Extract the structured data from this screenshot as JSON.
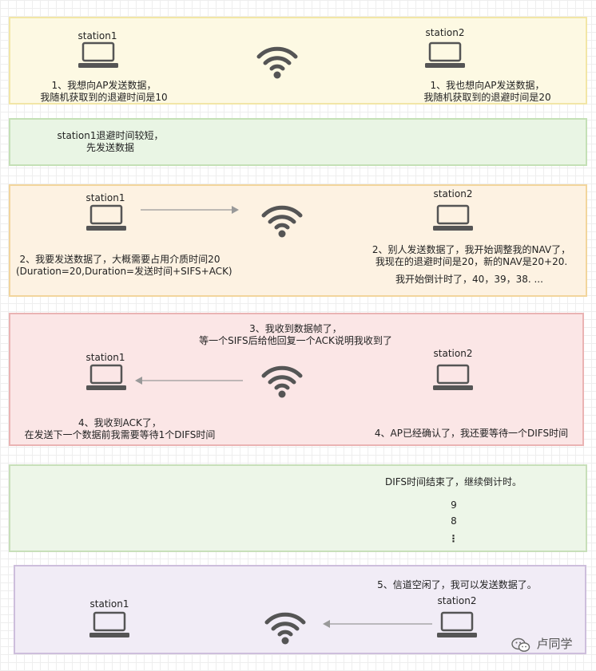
{
  "colors": {
    "panel1_bg": "#fdf9e3",
    "panel1_border": "#f2e6a6",
    "panel2_bg": "#e9f5e4",
    "panel2_border": "#c4e0b6",
    "panel3_bg": "#fdf2e2",
    "panel3_border": "#f2d59c",
    "panel4_bg": "#fbe6e6",
    "panel4_border": "#eab3b3",
    "panel5_bg": "#edf6e8",
    "panel5_border": "#c7dfb9",
    "panel6_bg": "#f1ecf6",
    "panel6_border": "#cdbedc",
    "icon": "#555555",
    "arrow": "#999999"
  },
  "scene1": {
    "station1_label": "station1",
    "station2_label": "station2",
    "station1_text": [
      "1、我想向AP发送数据，",
      "我随机获取到的退避时间是10"
    ],
    "station2_text": [
      "1、我也想向AP发送数据，",
      "我随机获取到的退避时间是20"
    ]
  },
  "scene2": {
    "text": [
      "station1退避时间较短，",
      "先发送数据"
    ]
  },
  "scene3": {
    "station1_label": "station1",
    "station2_label": "station2",
    "station1_text": [
      "2、我要发送数据了，大概需要占用介质时间20",
      "(Duration=20,Duration=发送时间+SIFS+ACK)"
    ],
    "station2_text": [
      "2、别人发送数据了，我开始调整我的NAV了，",
      "我现在的退避时间是20，新的NAV是20+20."
    ],
    "countdown": "我开始倒计时了，40，39，38. ..."
  },
  "scene4": {
    "station1_label": "station1",
    "station2_label": "station2",
    "ap_text": [
      "3、我收到数据帧了，",
      "等一个SIFS后给他回复一个ACK说明我收到了"
    ],
    "station1_text": [
      "4、我收到ACK了，",
      "在发送下一个数据前我需要等待1个DIFS时间"
    ],
    "station2_text": "4、AP已经确认了，我还要等待一个DIFS时间"
  },
  "scene5": {
    "text": "DIFS时间结束了，继续倒计时。",
    "count": [
      "9",
      "8"
    ],
    "ellipsis": "⋮"
  },
  "scene6": {
    "station1_label": "station1",
    "station2_label": "station2",
    "text": "5、信道空闲了，我可以发送数据了。"
  },
  "watermark": "卢同学"
}
